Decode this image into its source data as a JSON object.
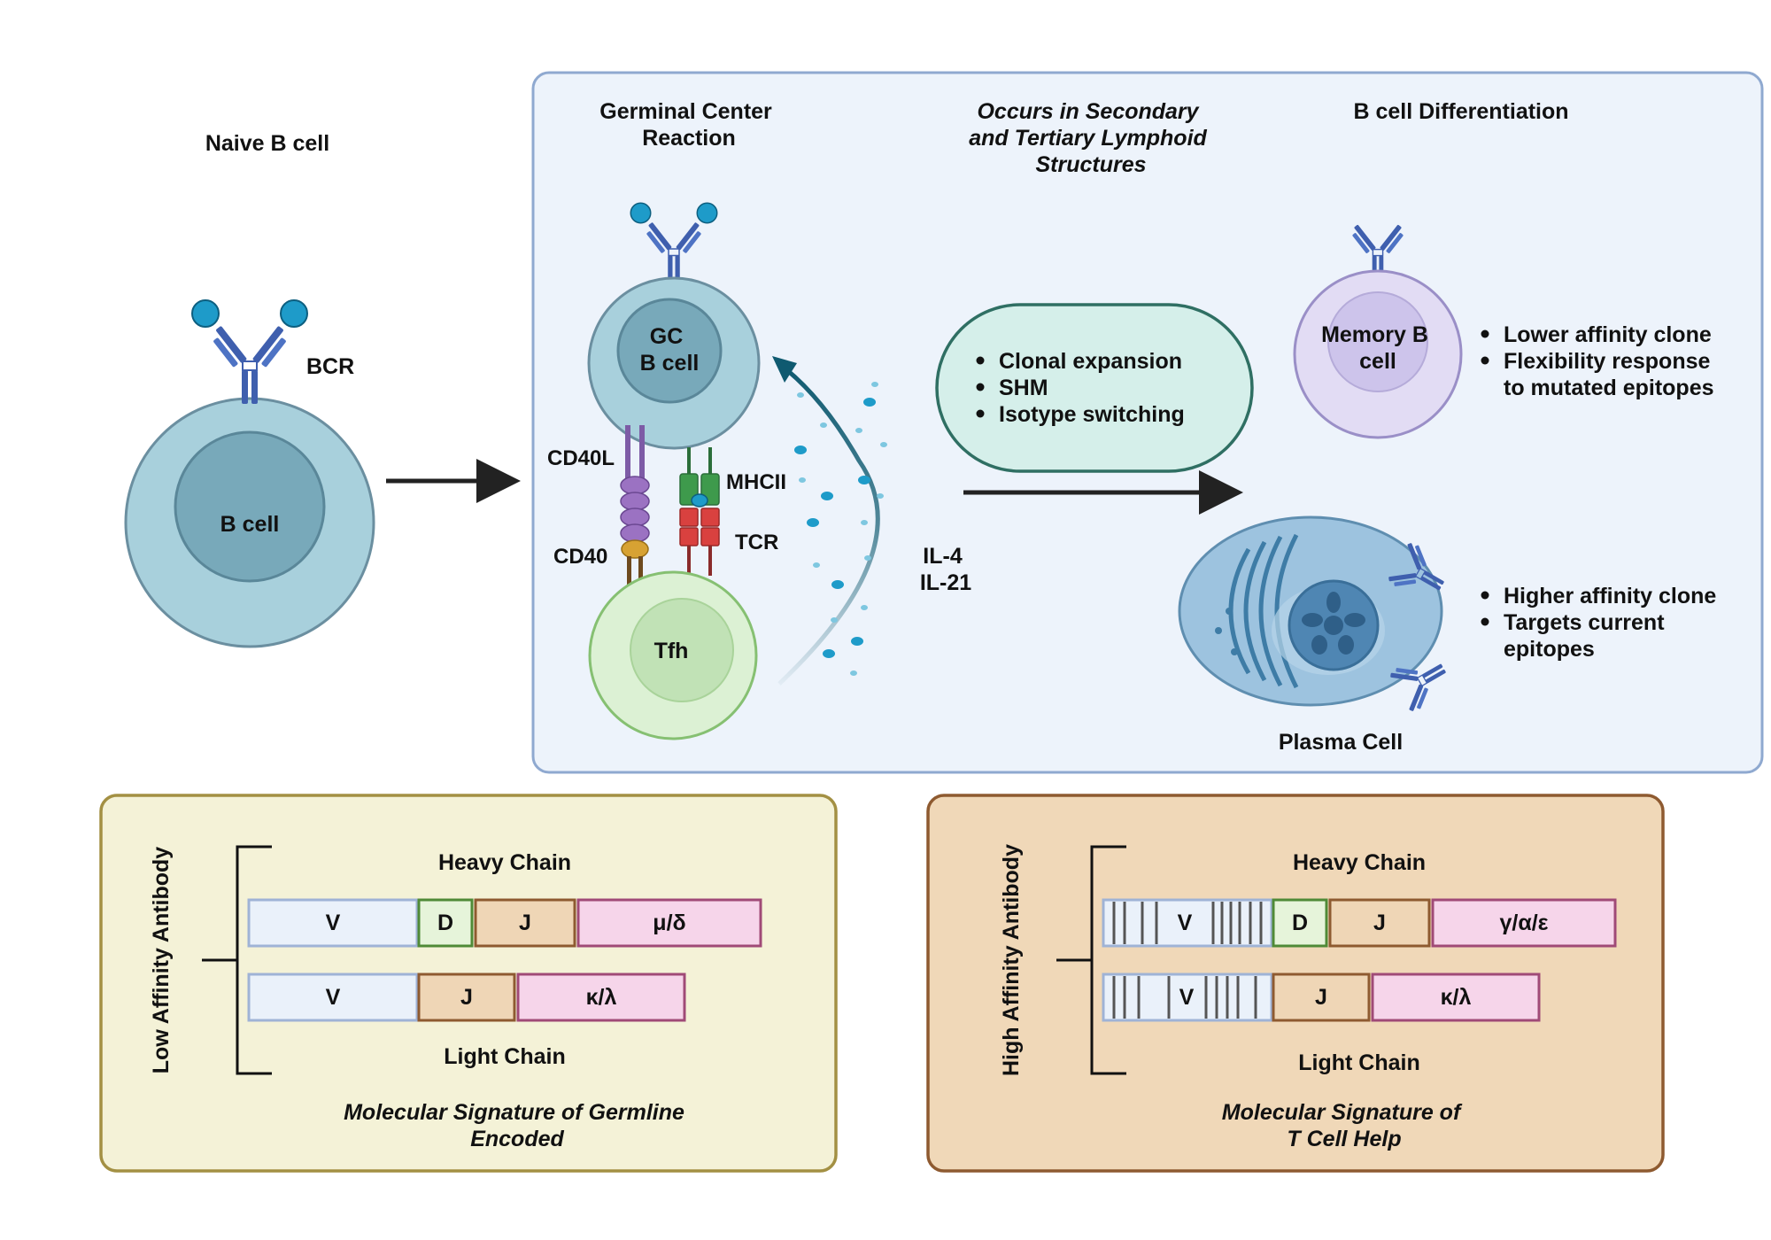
{
  "naive": {
    "title": "Naive B cell",
    "bcr_label": "BCR",
    "cell_label": "B cell"
  },
  "gc_panel": {
    "title_lines": [
      "Germinal Center",
      "Reaction"
    ],
    "location_lines": [
      "Occurs in Secondary",
      "and Tertiary Lymphoid",
      "Structures"
    ],
    "differentiation_title": "B cell Differentiation",
    "gc_cell_lines": [
      "GC",
      "B cell"
    ],
    "tfh_label": "Tfh",
    "cd40l_label": "CD40L",
    "cd40_label": "CD40",
    "mhcii_label": "MHCII",
    "tcr_label": "TCR",
    "cytokine_lines": [
      "IL-4",
      "IL-21"
    ],
    "process_items": [
      "Clonal expansion",
      "SHM",
      "Isotype switching"
    ],
    "memory_cell_lines": [
      "Memory B",
      "cell"
    ],
    "memory_bullets": [
      [
        "Lower affinity clone"
      ],
      [
        "Flexibility response",
        "to mutated epitopes"
      ]
    ],
    "plasma_label": "Plasma Cell",
    "plasma_bullets": [
      [
        "Higher affinity clone"
      ],
      [
        "Targets current",
        "epitopes"
      ]
    ]
  },
  "low_panel": {
    "side_label": "Low Affinity Antibody",
    "heavy_label": "Heavy Chain",
    "light_label": "Light Chain",
    "heavy_segments": [
      "V",
      "D",
      "J",
      "μ/δ"
    ],
    "light_segments": [
      "V",
      "J",
      "κ/λ"
    ],
    "footer_lines": [
      "Molecular Signature of Germline",
      "Encoded"
    ]
  },
  "high_panel": {
    "side_label": "High Affinity Antibody",
    "heavy_label": "Heavy Chain",
    "light_label": "Light Chain",
    "heavy_segments": [
      "V",
      "D",
      "J",
      "γ/α/ε"
    ],
    "light_segments": [
      "V",
      "J",
      "κ/λ"
    ],
    "footer_lines": [
      "Molecular Signature of",
      "T Cell Help"
    ]
  },
  "colors": {
    "b_cell": "#a8d0dc",
    "b_nucleus": "#78a9ba",
    "gc_panel_bg": "#edf3fb",
    "gc_panel_border": "#8fa9d0",
    "tfh": "#dcf1d4",
    "tfh_nucleus": "#c1e2b6",
    "process_bg": "#d5efea",
    "process_border": "#2f6f63",
    "memory": "#e2dcf4",
    "memory_nucleus": "#cdc4eb",
    "plasma": "#9dc3df",
    "antibody": "#3f5fae",
    "antigen": "#1e9bc9",
    "low_bg": "#f4f2d7",
    "low_border": "#a39043",
    "high_bg": "#f0d8b8",
    "high_border": "#8e5a30",
    "seg_v": "#eaf1fa",
    "seg_d": "#e6f4da",
    "seg_j": "#efd6b6",
    "seg_c": "#f6d5ea"
  }
}
